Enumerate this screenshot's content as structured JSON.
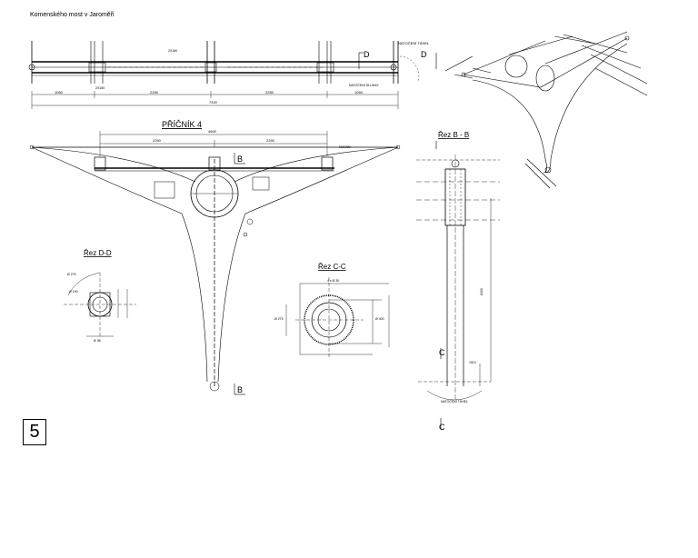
{
  "sheet": {
    "title": "Komenského most v Jaroměři",
    "page_number": "5"
  },
  "views": {
    "top_beam": {
      "dims": [
        "1050",
        "2250",
        "2250",
        "1050",
        "7200"
      ],
      "dim_top_1": "2X160",
      "dim_top_2": "2X160",
      "note_1": "NATOČENÍ TÁHEL",
      "note_2": "NATOČENÍ DLUHAY",
      "section_mark": "D"
    },
    "crossbeam": {
      "title": "PŘÍČNÍK 4",
      "dims": [
        "4600",
        "2250",
        "2250"
      ],
      "section_mark": "B",
      "note": "NOSNÍK"
    },
    "section_dd": {
      "title": "Řez D-D",
      "dims": [
        "Ø 275",
        "Ø 190",
        "Ø 38"
      ]
    },
    "section_cc": {
      "title": "Řez C-C",
      "dims": [
        "Ø 275",
        "Ø 400",
        "4 x Ø 30"
      ]
    },
    "section_bb": {
      "title": "Řez B - B",
      "section_mark": "C",
      "note": "NATOČENÍ TÁHEL",
      "height_dim": "8400",
      "lower_dim": "1510"
    }
  }
}
